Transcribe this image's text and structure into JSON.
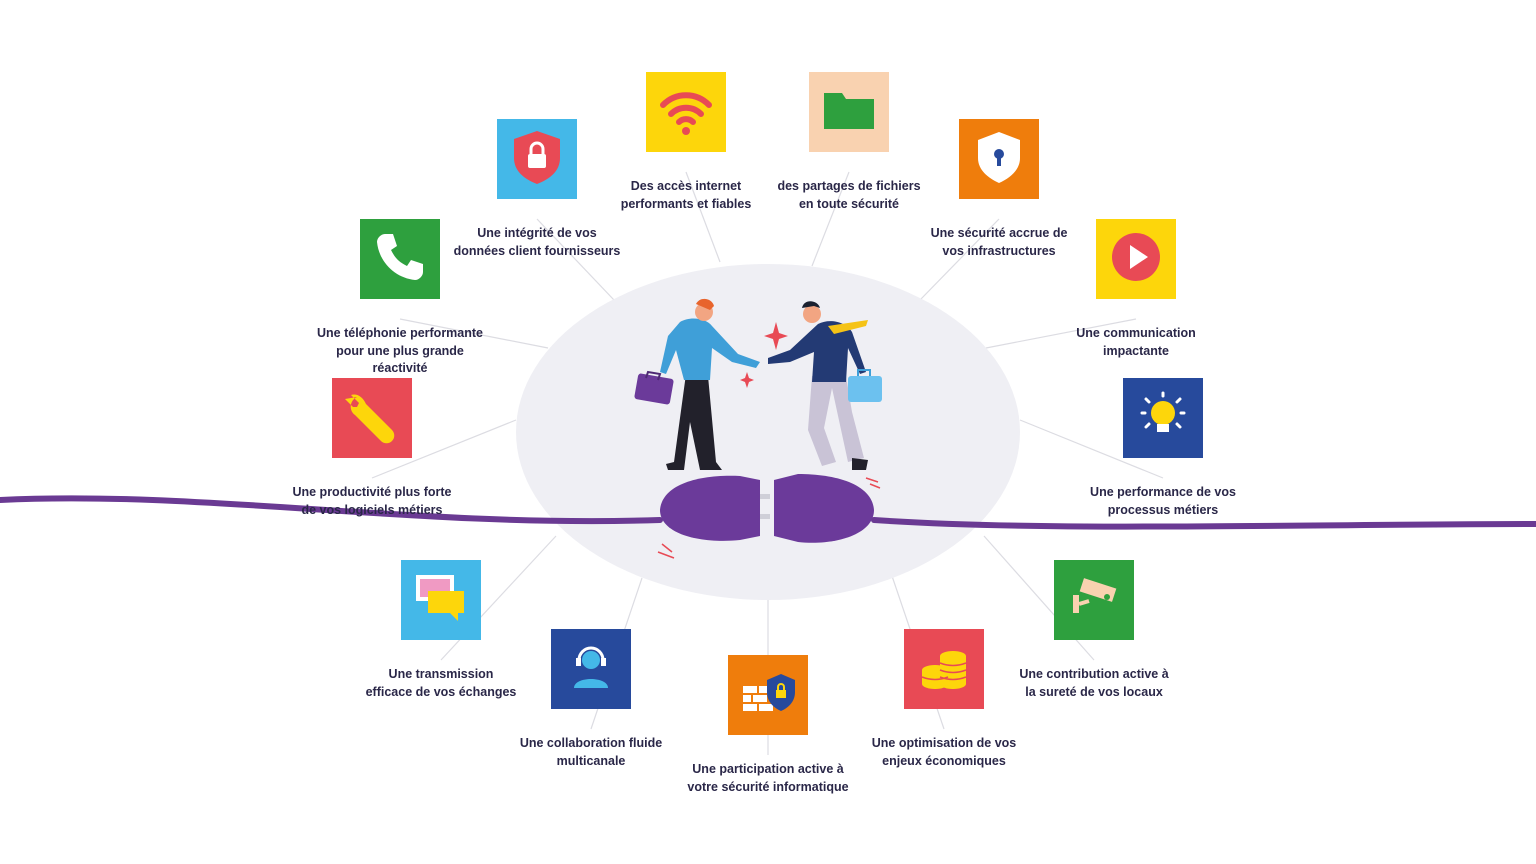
{
  "colors": {
    "cable": "#6a3a93",
    "plug": "#6b3a9a",
    "plug_dark": "#4e2a74",
    "ellipse": "#efeff4",
    "connector": "#dcdce2",
    "text": "#2a2748"
  },
  "items": [
    {
      "id": "wifi",
      "icon": "wifi-icon",
      "bg": "#fdd60b",
      "caption": "Des accès internet\nperformants et fiables"
    },
    {
      "id": "folder",
      "icon": "folder-icon",
      "bg": "#f9d2b0",
      "caption": "des partages de fichiers\nen toute sécurité"
    },
    {
      "id": "shield",
      "icon": "shield-keyhole-icon",
      "bg": "#ef7d0c",
      "caption": "Une sécurité accrue de\nvos infrastructures"
    },
    {
      "id": "play",
      "icon": "play-icon",
      "bg": "#fdd60b",
      "caption": "Une communication\nimpactante"
    },
    {
      "id": "bulb",
      "icon": "lightbulb-icon",
      "bg": "#274a9c",
      "caption": "Une performance de vos\nprocessus métiers"
    },
    {
      "id": "camera",
      "icon": "security-camera-icon",
      "bg": "#2ea03e",
      "caption": "Une contribution active à\nla sureté de vos locaux"
    },
    {
      "id": "coins",
      "icon": "coins-icon",
      "bg": "#e84a55",
      "caption": "Une optimisation de vos\nenjeux économiques"
    },
    {
      "id": "firewall",
      "icon": "firewall-icon",
      "bg": "#ef7d0c",
      "caption": "Une participation active à\nvotre sécurité informatique"
    },
    {
      "id": "support",
      "icon": "headset-user-icon",
      "bg": "#274a9c",
      "caption": "Une collaboration fluide\nmulticanale"
    },
    {
      "id": "chat",
      "icon": "chat-bubbles-icon",
      "bg": "#44b8e8",
      "caption": "Une transmission\nefficace de vos échanges"
    },
    {
      "id": "wrench",
      "icon": "wrench-icon",
      "bg": "#e84a55",
      "caption": "Une productivité plus forte\nde vos logiciels métiers"
    },
    {
      "id": "phone",
      "icon": "phone-icon",
      "bg": "#2ea03e",
      "caption": "Une téléphonie performante\npour une plus grande\nréactivité"
    },
    {
      "id": "lock",
      "icon": "lock-shield-icon",
      "bg": "#44b8e8",
      "caption": "Une intégrité de vos\ndonnées client fournisseurs"
    }
  ]
}
